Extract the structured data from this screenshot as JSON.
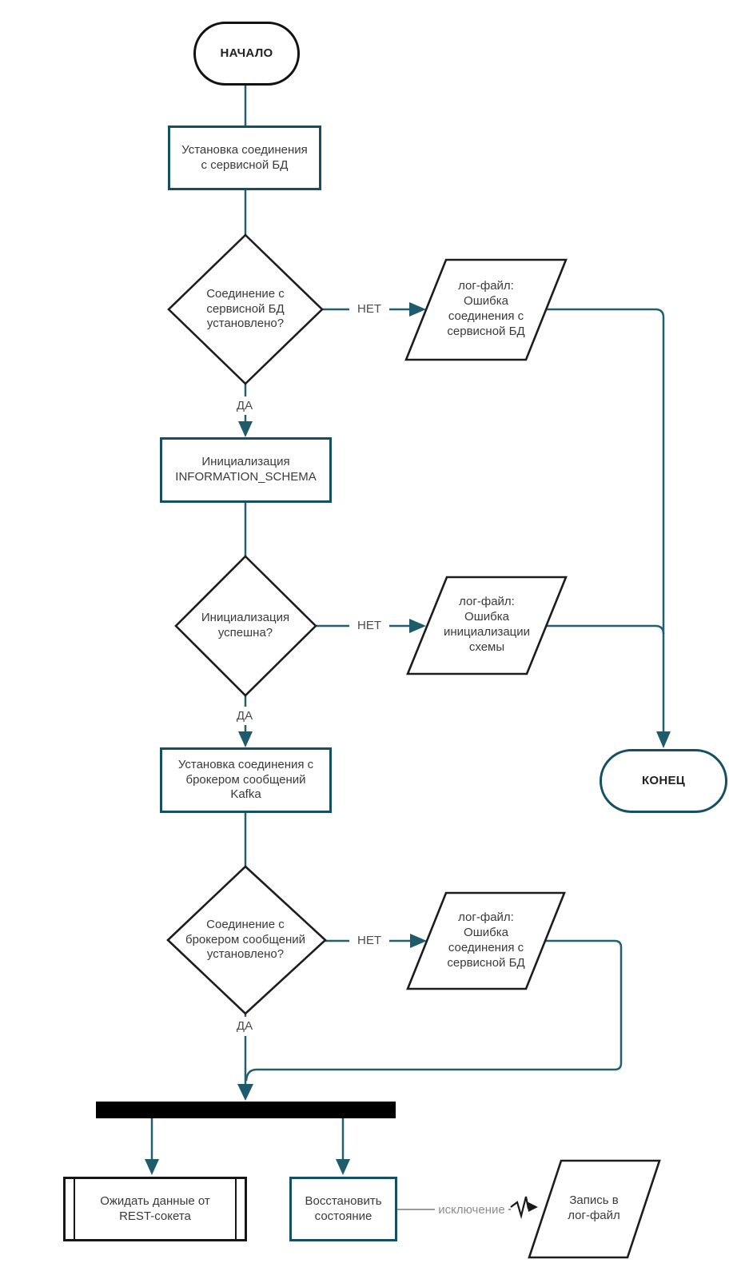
{
  "nodes": {
    "start": "НАЧАЛО",
    "connect_db": "Установка соединения\nс сервисной БД",
    "db_connected": "Соединение с\nсервисной БД\nустановлено?",
    "log_db_error": "лог-файл:\nОшибка\nсоединения с\nсервисной БД",
    "init_schema": "Инициализация\nINFORMATION_SCHEMA",
    "init_ok": "Инициализация\nуспешна?",
    "log_init_error": "лог-файл:\nОшибка\nинициализации\nсхемы",
    "connect_kafka": "Установка соединения с\nброкером сообщений\nKafka",
    "kafka_connected": "Соединение с\nброкером сообщений\nустановлено?",
    "log_kafka_error": "лог-файл:\nОшибка\nсоединения с\nсервисной БД",
    "end": "КОНЕЦ",
    "wait_rest": "Ожидать данные от\nREST-сокета",
    "restore_state": "Восстановить\nсостояние",
    "write_log": "Запись в\nлог-файл"
  },
  "labels": {
    "no": "НЕТ",
    "yes": "ДА",
    "exception": "исключение"
  },
  "colors": {
    "flow_line": "#22606e",
    "arrow_fill": "#1e5c6b",
    "teal_border": "#14505f",
    "black_border": "#1d1d1d",
    "fork_bar": "#000000",
    "text": "#3a3a3a",
    "edge_label_text": "#4c4c4c",
    "exception_text": "#8e8e8e",
    "exception_line": "#9b9b9b",
    "background": "#ffffff"
  }
}
